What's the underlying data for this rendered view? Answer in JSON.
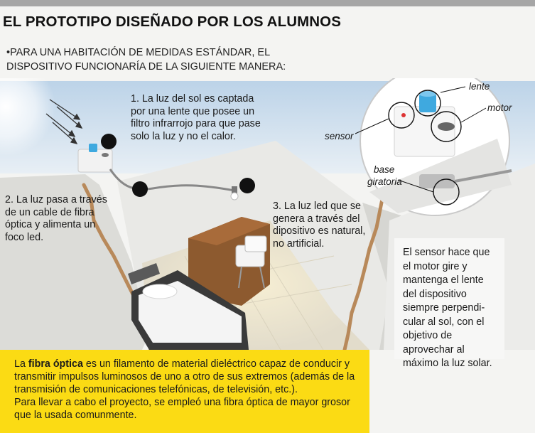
{
  "title": "EL PROTOTIPO DISEÑADO POR LOS ALUMNOS",
  "intro": [
    "•PARA UNA HABITACIÓN DE MEDIDAS ESTÁNDAR, EL",
    "DISPOSITIVO FUNCIONARÍA DE LA SIGUIENTE MANERA:"
  ],
  "steps": {
    "step1": [
      "1. La luz del sol es captada",
      "por una lente que posee un",
      "filtro infrarrojo para que pase",
      "solo la luz y no el calor."
    ],
    "step2": [
      "2. La luz pasa a través",
      "de un cable de fibra",
      "óptica y alimenta un",
      "foco led."
    ],
    "step3": [
      "3. La luz led que se",
      "genera a través del",
      "dipositivo es natural,",
      "no artificial."
    ]
  },
  "callouts": {
    "lente": "lente",
    "motor": "motor",
    "sensor": "sensor",
    "base_line1": "base",
    "base_line2": "giratoria"
  },
  "side_note": [
    "El sensor hace que",
    "el motor gire y",
    "mantenga el lente",
    "del dispositivo",
    "siempre perpendi-",
    "cular al sol, con el",
    "objetivo de",
    "aprovechar al",
    "máximo la luz solar."
  ],
  "info_box": {
    "bold_term": "fibra óptica",
    "line1_prefix": "La ",
    "line1_suffix": " es un filamento de material dieléctrico capaz de conducir y",
    "line2": "transmitir impulsos luminosos de uno a otro de sus extremos (además de la",
    "line3": "transmisión de comunicaciones telefónicas, de televisión, etc.).",
    "line4": "Para llevar a cabo el proyecto, se empleó una fibra óptica de mayor grosor",
    "line5": "que la usada comunmente."
  },
  "colors": {
    "topbar": "#a6a6a6",
    "sky": "#cfe0ef",
    "wall": "#e7e7e4",
    "floor": "#e9e4d6",
    "brick": "#b8895a",
    "yellow": "#fbdb14",
    "device_blue": "#3fa9df",
    "marker": "#111111"
  }
}
